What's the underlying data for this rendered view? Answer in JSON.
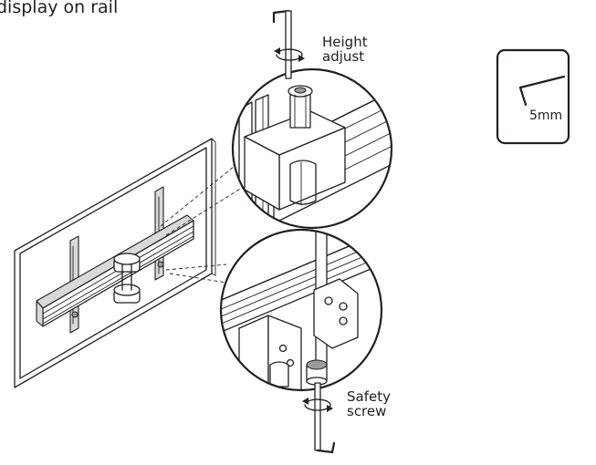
{
  "diagram": {
    "title": "display on rail",
    "callouts": {
      "height_adjust_line1": "Height",
      "height_adjust_line2": "adjust",
      "safety_screw_line1": "Safety",
      "safety_screw_line2": "screw"
    },
    "tool": {
      "label": "5mm",
      "icon": "allen-key-icon"
    }
  }
}
